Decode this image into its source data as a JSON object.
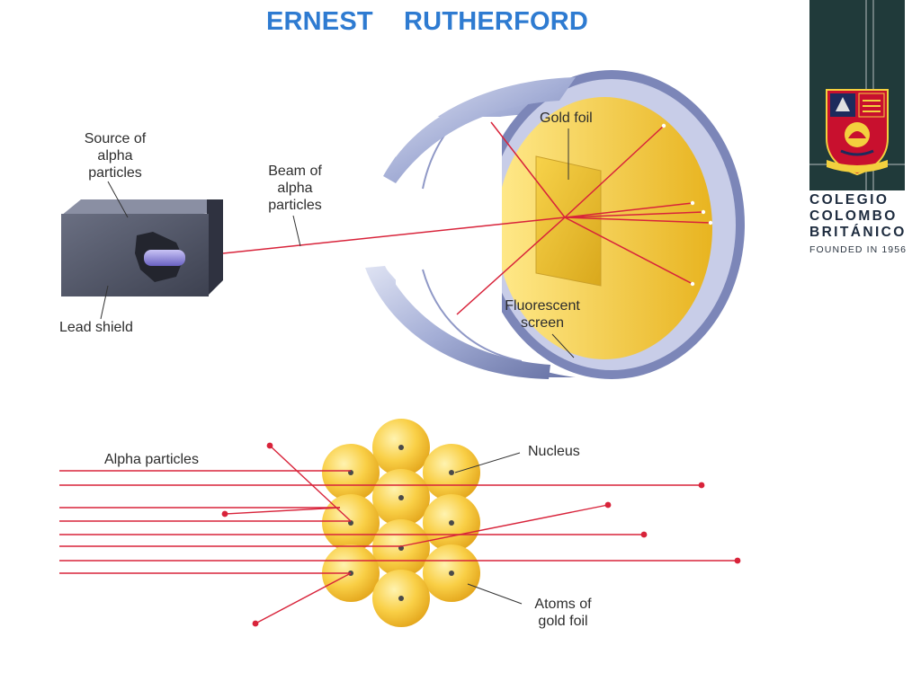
{
  "header": {
    "title": "ERNEST RUTHERFORD"
  },
  "colors": {
    "title": "#2e7bd1",
    "beam": "#d8233a",
    "sidebar_dark": "#203a3a",
    "crest_red": "#c8102e",
    "gold": "#f4c635"
  },
  "apparatus": {
    "source_label": "Source of\nalpha\nparticles",
    "beam_label": "Beam of\nalpha\nparticles",
    "shield_label": "Lead shield",
    "foil_label": "Gold foil",
    "screen_label": "Fluorescent\nscreen"
  },
  "atom_diagram": {
    "alpha_label": "Alpha particles",
    "nucleus_label": "Nucleus",
    "atoms_label": "Atoms of\ngold foil"
  },
  "school": {
    "line1": "COLEGIO",
    "line2": "COLOMBO",
    "line3": "BRITÁNICO",
    "founded": "FOUNDED IN 1956"
  }
}
